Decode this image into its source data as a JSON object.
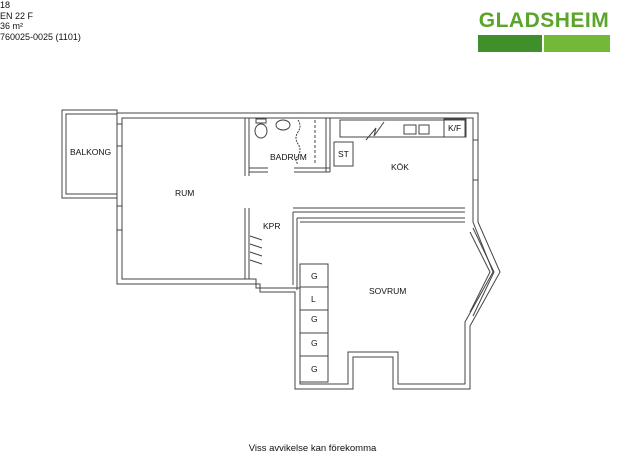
{
  "info": {
    "line1": "18",
    "line2": "EN 22 F",
    "line3": "36 m²",
    "line4": " 760025-0025 (1101)"
  },
  "brand": {
    "name": "GLADSHEIM",
    "color_text": "#5aa52a",
    "color_bar_dark": "#3f8f2a",
    "color_bar_light": "#74b83a"
  },
  "rooms": {
    "balkong": "BALKONG",
    "rum": "RUM",
    "badrum": "BADRUM",
    "st": "ST",
    "kok": "KÖK",
    "kf": "K/F",
    "kpr": "KPR",
    "sovrum": "SOVRUM"
  },
  "closets": [
    "G",
    "L",
    "G",
    "G",
    "G"
  ],
  "footer": "Viss avvikelse kan förekomma"
}
